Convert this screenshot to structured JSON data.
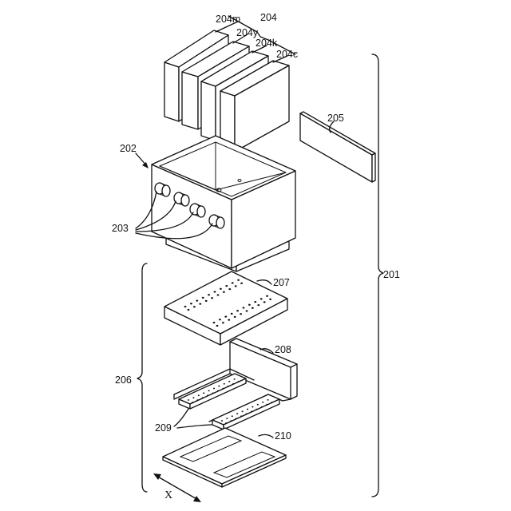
{
  "labels": {
    "l201": "201",
    "l202": "202",
    "l203": "203",
    "l204": "204",
    "l204m": "204m",
    "l204y": "204y",
    "l204k": "204k",
    "l204c": "204c",
    "l205": "205",
    "l206": "206",
    "l207": "207",
    "l208": "208",
    "l209": "209",
    "l210": "210",
    "axis_x": "X"
  }
}
